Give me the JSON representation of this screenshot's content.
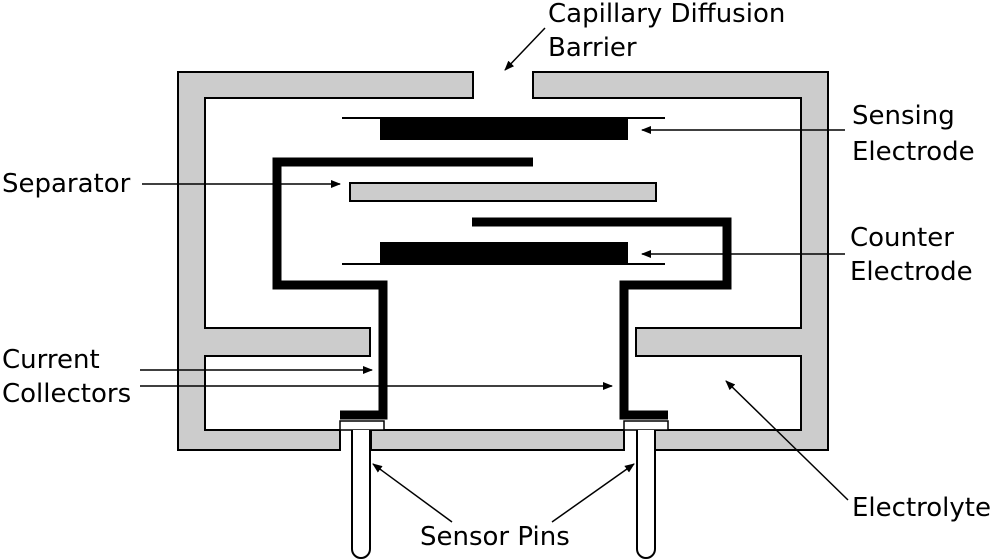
{
  "labels": {
    "capillary_line1": "Capillary Diffusion",
    "capillary_line2": "Barrier",
    "sensing_line1": "Sensing",
    "sensing_line2": "Electrode",
    "separator": "Separator",
    "counter_line1": "Counter",
    "counter_line2": "Electrode",
    "current_line1": "Current",
    "current_line2": "Collectors",
    "electrolyte": "Electrolyte",
    "sensor_pins": "Sensor Pins"
  },
  "colors": {
    "housing_fill": "#cccccc",
    "outline": "#000000",
    "electrode": "#000000",
    "background": "#ffffff"
  }
}
